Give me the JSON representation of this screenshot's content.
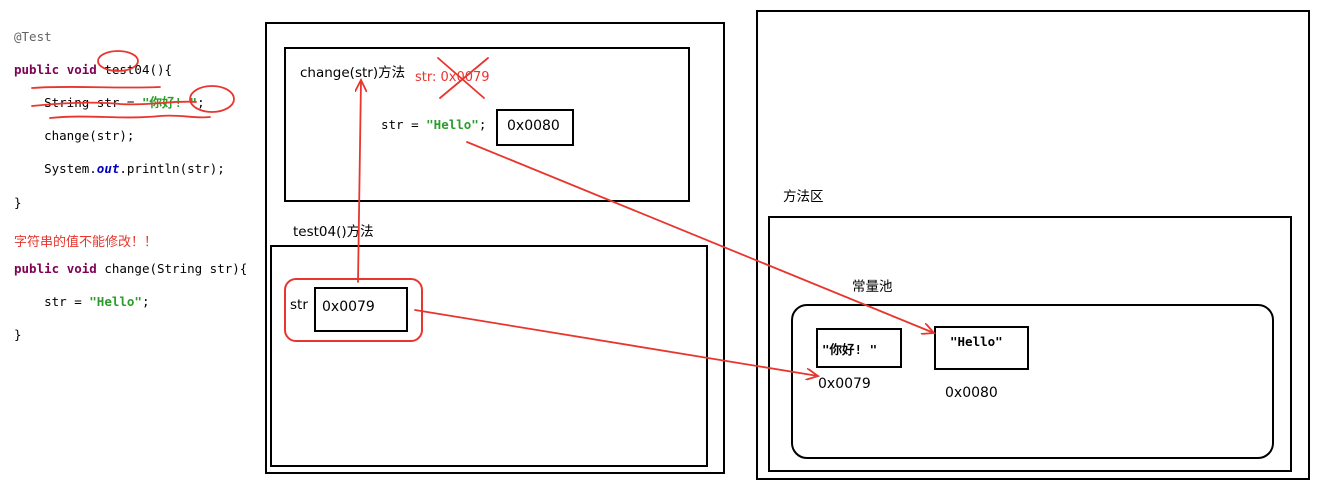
{
  "code": {
    "annotation": "@Test",
    "kw_public": "public",
    "kw_void": "void",
    "method_decl": "test04(){",
    "string_type": "String",
    "var_str": "str",
    "assign": " = ",
    "literal_nihao": "\"你好! \"",
    "semicolon": ";",
    "call_change": "change(",
    "call_change_end": ");",
    "sys_prefix": "System.",
    "sys_out": "out",
    "sys_println": ".println(",
    "sys_end": ");",
    "close_brace": "}",
    "change_decl": "change(String str){",
    "str_assign": "str = ",
    "literal_hello": "\"Hello\""
  },
  "note": "字符串的值不能修改！！",
  "diagram": {
    "change_frame_title": "change(str)方法",
    "old_ref_label": "str:  0x0079",
    "new_assign_prefix": "str = ",
    "new_assign_literal": "\"Hello\"",
    "new_assign_semicolon": ";",
    "new_ref_value": "0x0080",
    "test04_frame_title": "test04()方法",
    "test04_var_label": "str",
    "test04_ref_value": "0x0079",
    "method_area_title": "方法区",
    "constant_pool_title": "常量池",
    "pool_string_1": "\"你好! \"",
    "pool_address_1": "0x0079",
    "pool_string_2": "\"Hello\"",
    "pool_address_2": "0x0080"
  },
  "colors": {
    "annotation_red": "#e8352e",
    "string_literal_green": "#2a9d2a",
    "keyword_purple": "#7f0055"
  }
}
